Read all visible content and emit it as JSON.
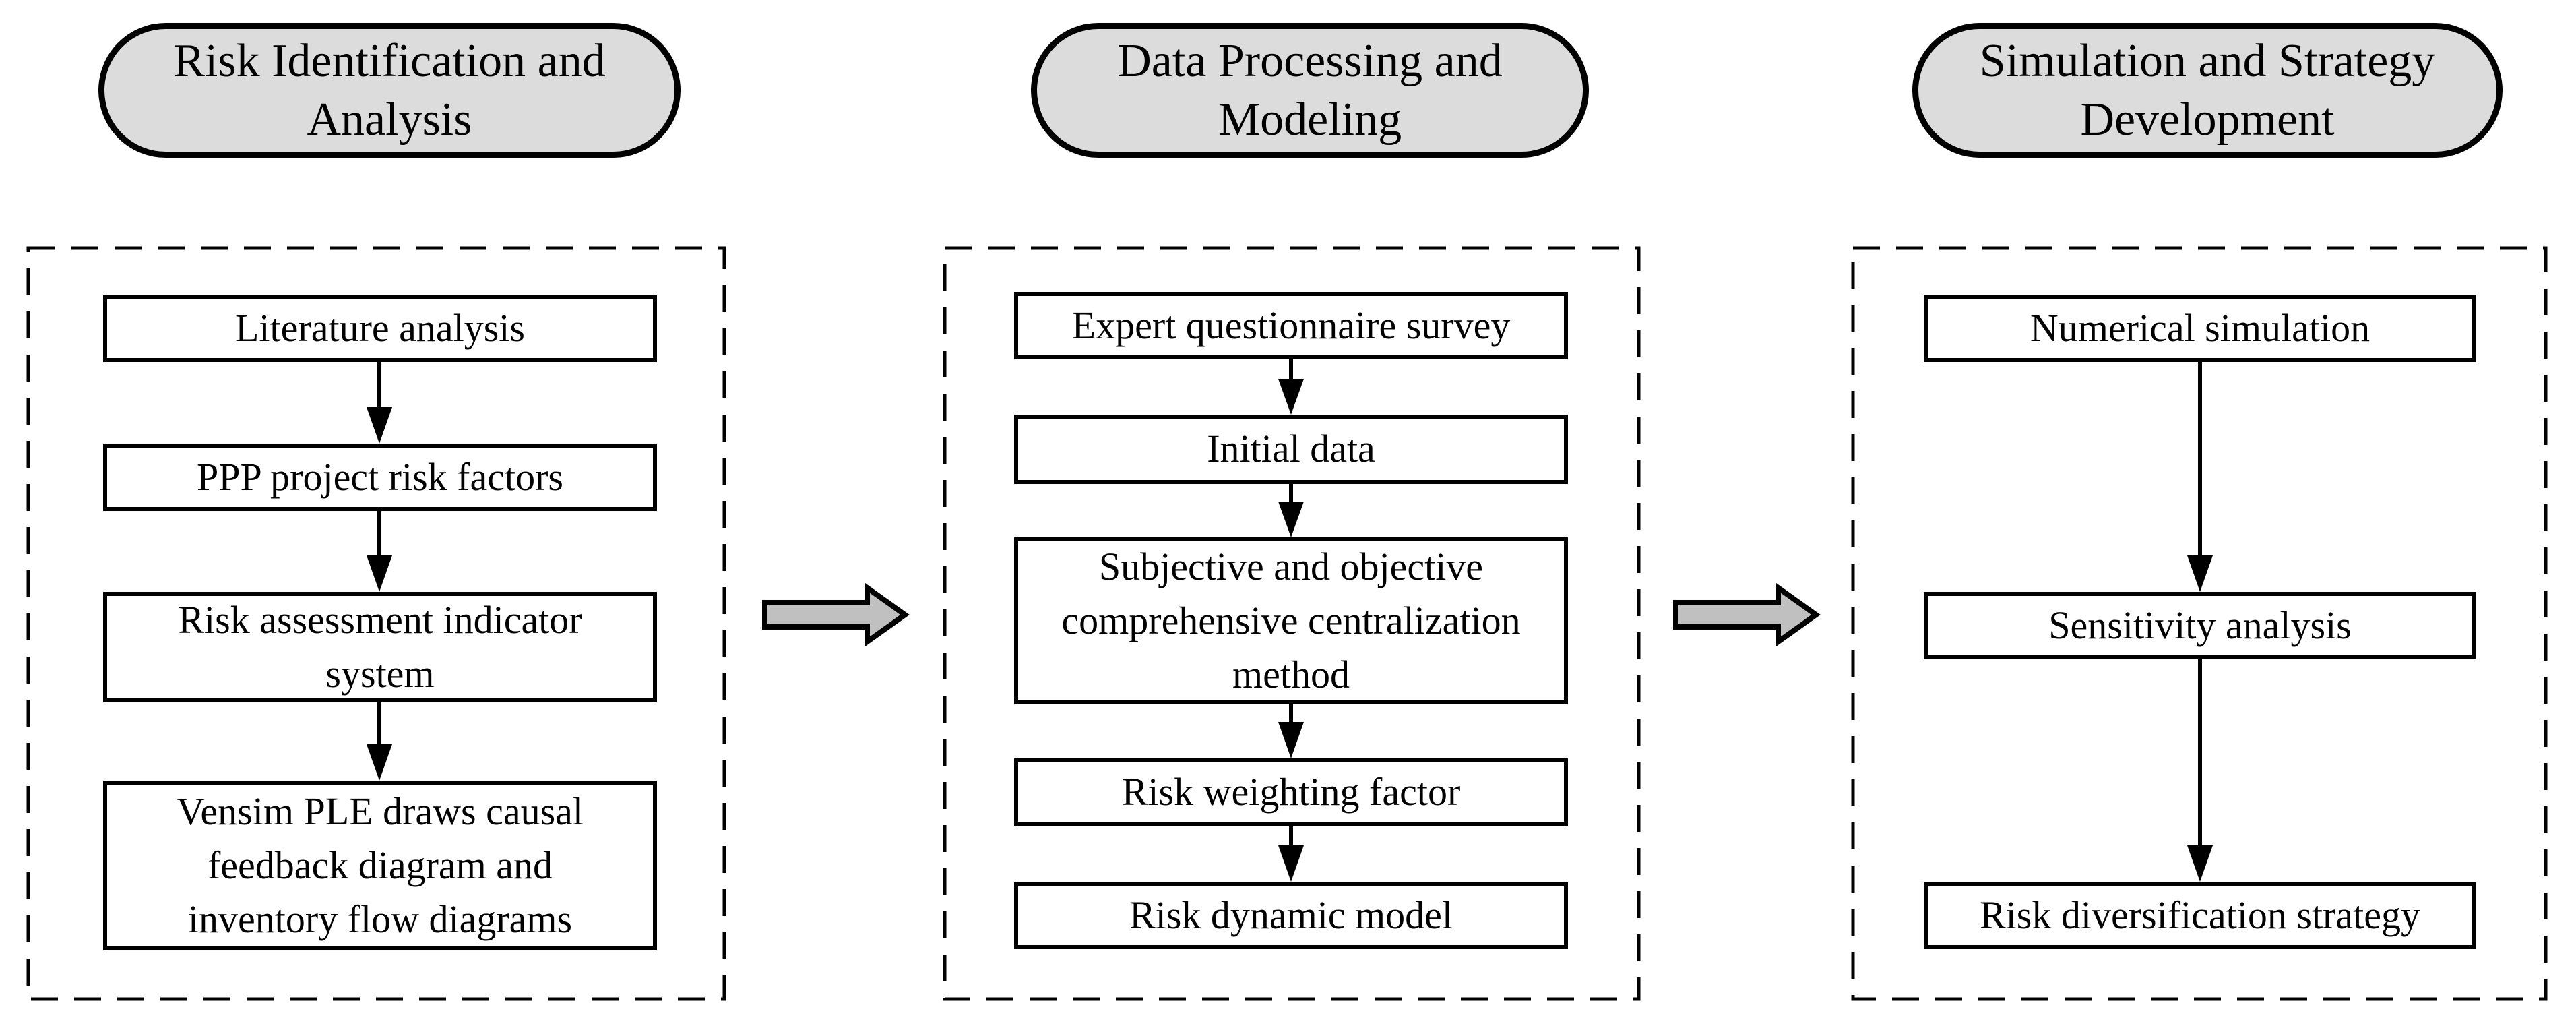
{
  "diagram": {
    "phases": [
      {
        "header": "Risk Identification and\nAnalysis",
        "steps": [
          "Literature analysis",
          "PPP project risk factors",
          "Risk assessment indicator\nsystem",
          "Vensim PLE draws causal\nfeedback diagram and\ninventory flow diagrams"
        ]
      },
      {
        "header": "Data Processing and\nModeling",
        "steps": [
          "Expert questionnaire survey",
          "Initial data",
          "Subjective and objective\ncomprehensive centralization\nmethod",
          "Risk weighting factor",
          "Risk dynamic model"
        ]
      },
      {
        "header": "Simulation and Strategy\nDevelopment",
        "steps": [
          "Numerical simulation",
          "Sensitivity analysis",
          "Risk diversification strategy"
        ]
      }
    ],
    "colors": {
      "background": "#ffffff",
      "header_fill": "#dcdcdc",
      "block_arrow_fill": "#c0c0c0",
      "box_fill": "#ffffff",
      "line": "#000000",
      "text": "#000000"
    }
  }
}
